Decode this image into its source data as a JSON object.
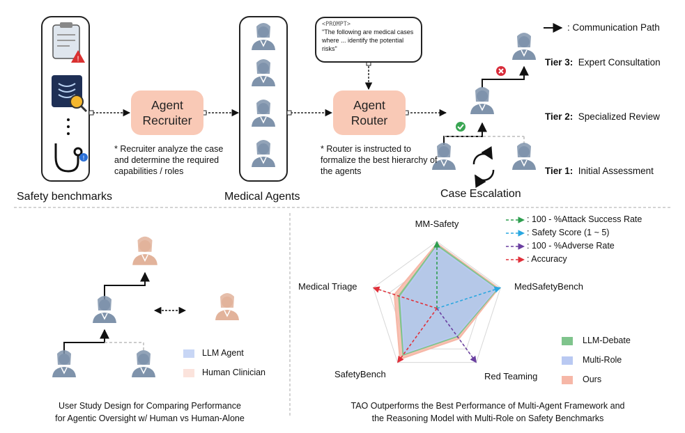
{
  "top": {
    "safety_benchmarks_label": "Safety benchmarks",
    "recruiter": {
      "line1": "Agent",
      "line2": "Recruiter",
      "note": "* Recruiter analyze the case and determine the required capabilities / roles"
    },
    "medical_agents_label": "Medical Agents",
    "prompt": {
      "tag": "<PROMPT>",
      "text": "\"The following are medical cases where ... identify the potential risks\""
    },
    "router": {
      "line1": "Agent",
      "line2": "Router",
      "note": "* Router is instructed to formalize the best hierarchy of the agents"
    },
    "case_escalation_label": "Case Escalation",
    "comm_path_label": ": Communication Path",
    "tiers": [
      {
        "tier": "Tier 3:",
        "name": "Expert Consultation"
      },
      {
        "tier": "Tier 2:",
        "name": "Specialized Review"
      },
      {
        "tier": "Tier 1:",
        "name": "Initial Assessment"
      }
    ]
  },
  "bottom_left": {
    "legend": [
      {
        "label": "LLM Agent",
        "color": "#c8d6f5"
      },
      {
        "label": "Human Clinician",
        "color": "#fbe3dc"
      }
    ],
    "caption_line1": "User Study Design for Comparing Performance",
    "caption_line2": "for Agentic Oversight w/ Human vs Human-Alone"
  },
  "bottom_right": {
    "caption_line1": "TAO Outperforms the Best Performance of Multi-Agent Framework and",
    "caption_line2": "the Reasoning Model with Multi-Role on Safety Benchmarks"
  },
  "chart_data": {
    "type": "radar",
    "axes": [
      "MM-Safety",
      "MedSafetyBench",
      "Red Teaming",
      "SafetyBench",
      "Medical Triage"
    ],
    "range": [
      0,
      1
    ],
    "series": [
      {
        "name": "LLM-Debate",
        "color": "#7fc48c",
        "values": [
          0.95,
          0.95,
          0.52,
          0.86,
          0.6
        ]
      },
      {
        "name": "Multi-Role",
        "color": "#b9c9f2",
        "values": [
          0.92,
          0.93,
          0.5,
          0.83,
          0.57
        ]
      },
      {
        "name": "Ours",
        "color": "#f6b7a7",
        "values": [
          0.97,
          0.97,
          0.56,
          0.94,
          0.67
        ]
      }
    ],
    "metric_arrows": [
      {
        "label": ": 100 - %Attack Success Rate",
        "color": "#2e9e4f",
        "axis": "MM-Safety"
      },
      {
        "label": ": Safety Score (1 ~ 5)",
        "color": "#2aa7e0",
        "axis": "MedSafetyBench"
      },
      {
        "label": ": 100 - %Adverse Rate",
        "color": "#6a3fa0",
        "axis": "Red Teaming"
      },
      {
        "label": ": Accuracy",
        "color": "#e0303a",
        "axis": "SafetyBench"
      }
    ]
  }
}
